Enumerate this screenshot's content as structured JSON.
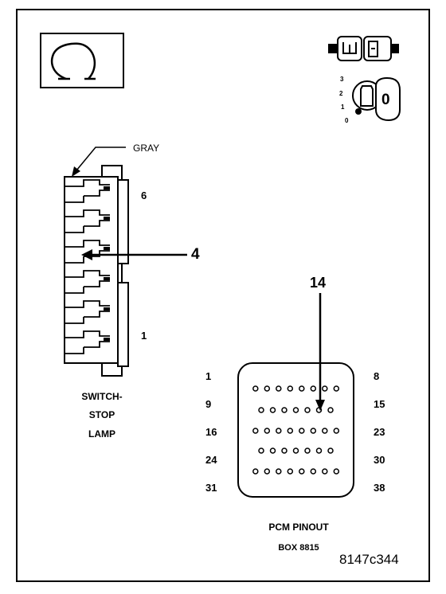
{
  "connector": {
    "wire_color": "GRAY",
    "pin_top": "6",
    "pin_bottom": "1",
    "pin_callout": "4",
    "name_line1": "SWITCH-",
    "name_line2": "STOP",
    "name_line3": "LAMP"
  },
  "pcm": {
    "pin_callout": "14",
    "row_labels_left": [
      "1",
      "9",
      "16",
      "24",
      "31"
    ],
    "row_labels_right": [
      "8",
      "15",
      "23",
      "30",
      "38"
    ],
    "title_line1": "PCM PINOUT",
    "title_line2": "BOX 8815",
    "row_pin_counts": [
      8,
      7,
      8,
      7,
      8
    ]
  },
  "ignition": {
    "positions": [
      "3",
      "2",
      "1",
      "0"
    ],
    "key_label": "0"
  },
  "figure_id": "8147c344",
  "icons": {
    "symbol": "ohm-symbol-icon",
    "connector_pictogram": "connector-icon",
    "ignition_key": "ignition-key-icon"
  }
}
